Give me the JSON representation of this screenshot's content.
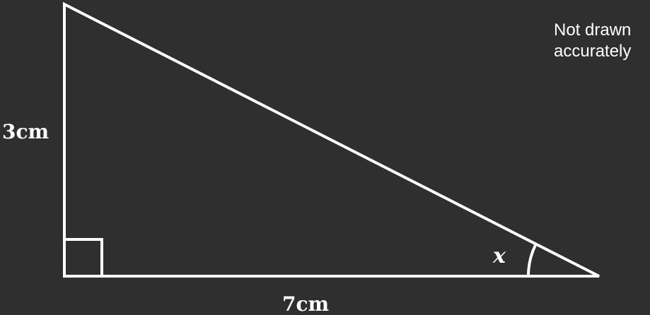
{
  "diagram": {
    "note_line1": "Not drawn",
    "note_line2": "accurately",
    "side_vertical_label": "3cm",
    "side_horizontal_label": "7cm",
    "angle_label": "x",
    "colors": {
      "background": "#2f2f2f",
      "stroke": "#ffffff",
      "text": "#ffffff"
    },
    "marks": {
      "right_angle": "right-angle-square",
      "angle_arc": "angle-arc"
    }
  }
}
